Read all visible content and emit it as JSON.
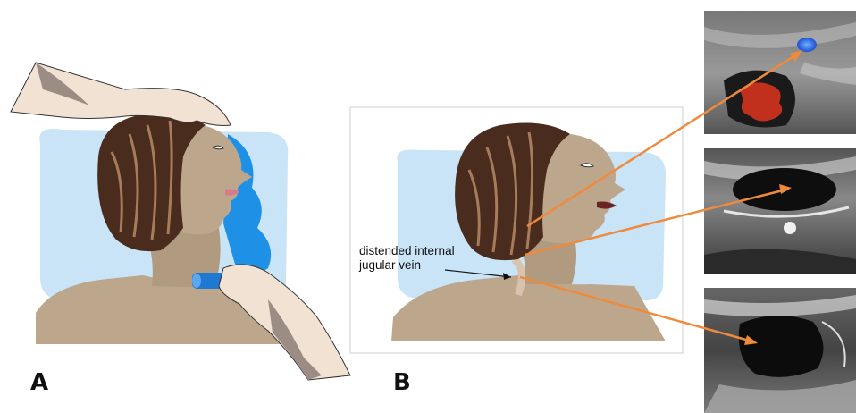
{
  "panels": {
    "a": {
      "label": "A"
    },
    "b": {
      "label": "B"
    }
  },
  "annotation": {
    "line1": "distended internal",
    "line2": "jugular vein"
  },
  "colors": {
    "skin": "#bda78c",
    "skin_shade": "#a58f75",
    "hair": "#4a2c1f",
    "hair_strand": "#a67c5b",
    "pillow": "#c9e4f6",
    "drape": "#1e90e6",
    "hand": "#f2e2d4",
    "hand_shade": "#9b8d84",
    "probe": "#1f78d1",
    "arrow": "#ef8a3c",
    "doppler_red": "#c0301c",
    "doppler_blue": "#1e5fe0"
  },
  "ultrasound_images": [
    {
      "name": "ultrasound-doppler",
      "mode": "color doppler"
    },
    {
      "name": "ultrasound-mid",
      "mode": "b-mode"
    },
    {
      "name": "ultrasound-bottom",
      "mode": "b-mode"
    }
  ]
}
